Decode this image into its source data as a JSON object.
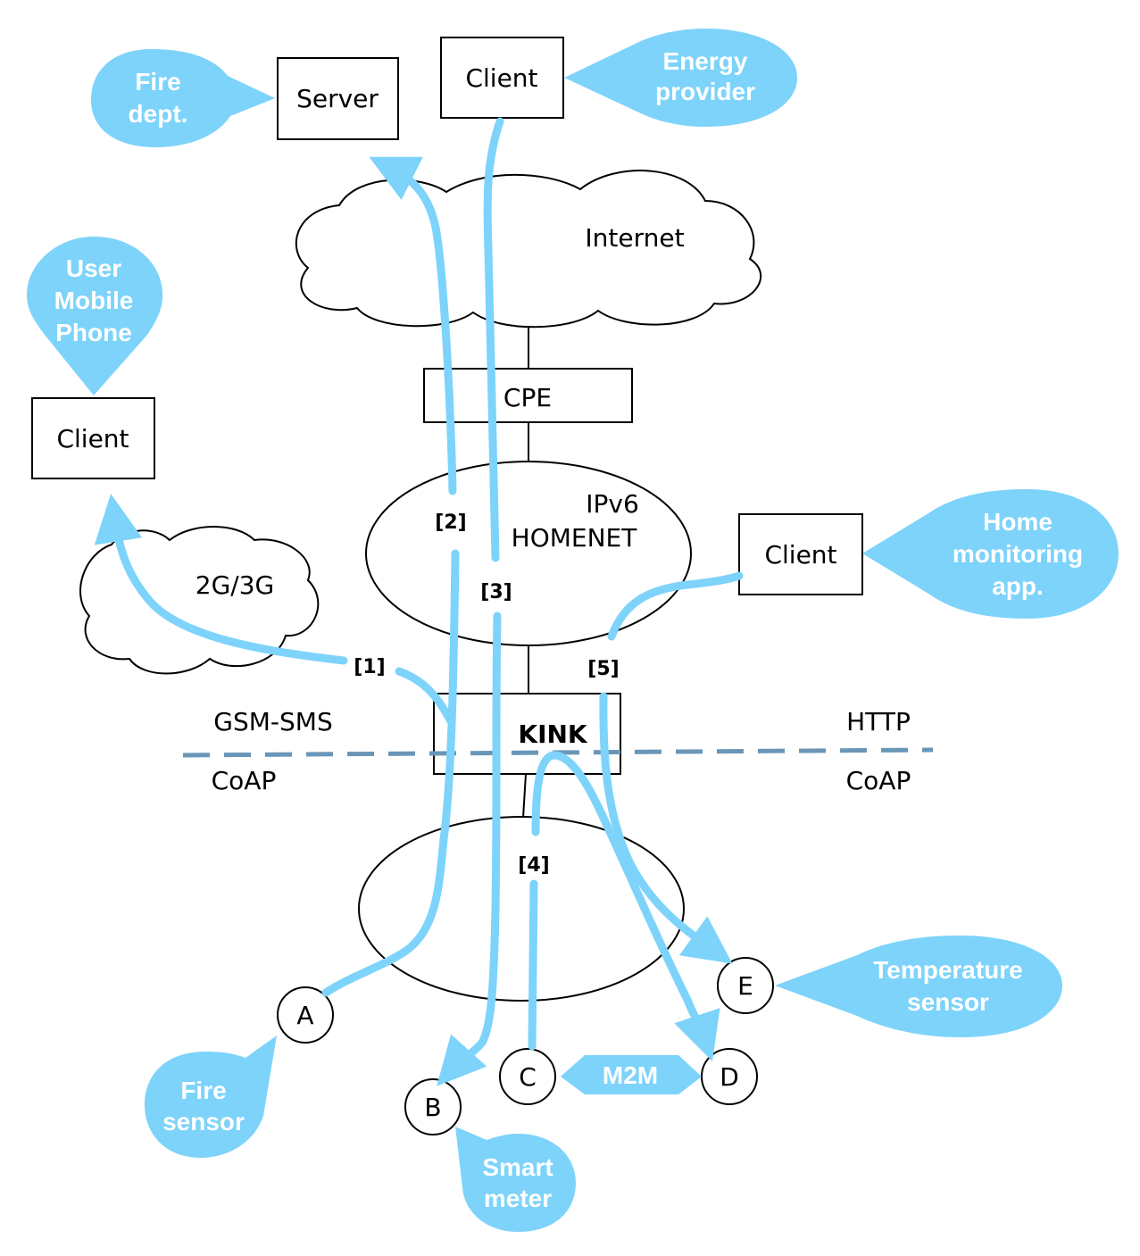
{
  "colors": {
    "accent": "#7dd3fa",
    "divider": "#6a96b8",
    "stroke": "#000000"
  },
  "nodes": {
    "server": "Server",
    "client_energy": "Client",
    "client_mobile": "Client",
    "client_home": "Client",
    "cpe": "CPE",
    "kink": "KINK",
    "internet": "Internet",
    "cellular": "2G/3G",
    "homenet_line1": "IPv6",
    "homenet_line2": "HOMENET"
  },
  "protocols": {
    "left_top": "GSM-SMS",
    "left_bottom": "CoAP",
    "right_top": "HTTP",
    "right_bottom": "CoAP"
  },
  "flows": [
    "[1]",
    "[2]",
    "[3]",
    "[4]",
    "[5]"
  ],
  "devices": {
    "a": "A",
    "b": "B",
    "c": "C",
    "d": "D",
    "e": "E"
  },
  "m2m": "M2M",
  "bubbles": {
    "fire_dept": [
      "Fire",
      "dept."
    ],
    "energy_provider": [
      "Energy",
      "provider"
    ],
    "user_mobile": [
      "User",
      "Mobile",
      "Phone"
    ],
    "home_monitoring": [
      "Home",
      "monitoring",
      "app."
    ],
    "temperature_sensor": [
      "Temperature",
      "sensor"
    ],
    "fire_sensor": [
      "Fire",
      "sensor"
    ],
    "smart_meter": [
      "Smart",
      "meter"
    ]
  }
}
